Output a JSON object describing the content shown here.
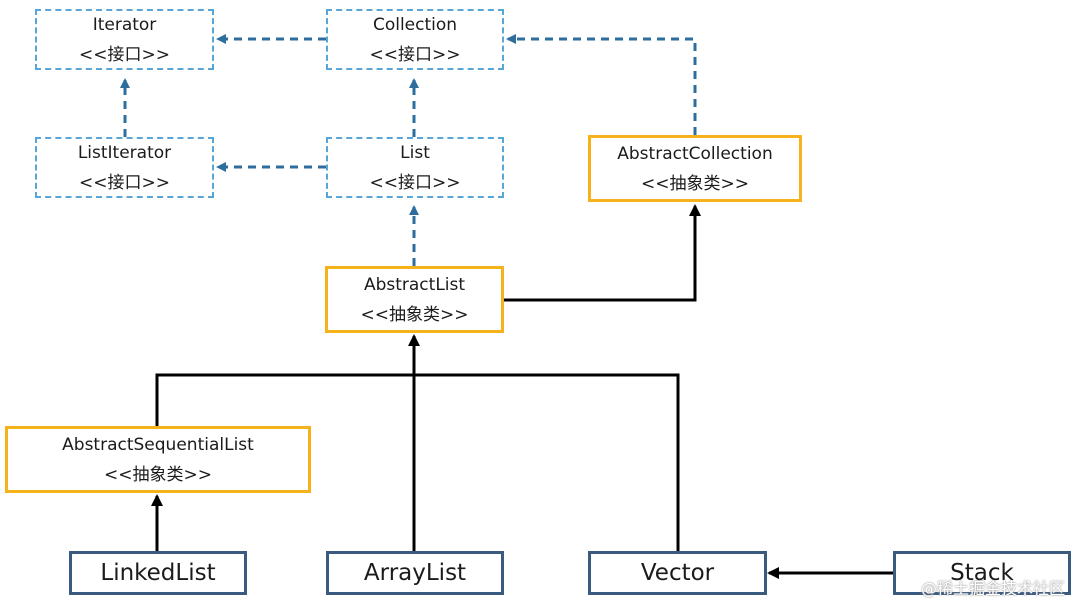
{
  "nodes": {
    "iterator": {
      "name": "Iterator",
      "stereotype": "<<接口>>"
    },
    "collection": {
      "name": "Collection",
      "stereotype": "<<接口>>"
    },
    "list_iterator": {
      "name": "ListIterator",
      "stereotype": "<<接口>>"
    },
    "list": {
      "name": "List",
      "stereotype": "<<接口>>"
    },
    "abstract_collection": {
      "name": "AbstractCollection",
      "stereotype": "<<抽象类>>"
    },
    "abstract_list": {
      "name": "AbstractList",
      "stereotype": "<<抽象类>>"
    },
    "abstract_sequential_list": {
      "name": "AbstractSequentialList",
      "stereotype": "<<抽象类>>"
    },
    "linked_list": {
      "name": "LinkedList"
    },
    "array_list": {
      "name": "ArrayList"
    },
    "vector": {
      "name": "Vector"
    },
    "stack": {
      "name": "Stack"
    }
  },
  "edges": [
    {
      "from": "Collection",
      "to": "Iterator",
      "style": "dashed"
    },
    {
      "from": "ListIterator",
      "to": "Iterator",
      "style": "dashed"
    },
    {
      "from": "List",
      "to": "ListIterator",
      "style": "dashed"
    },
    {
      "from": "List",
      "to": "Collection",
      "style": "dashed"
    },
    {
      "from": "AbstractCollection",
      "to": "Collection",
      "style": "dashed"
    },
    {
      "from": "AbstractList",
      "to": "List",
      "style": "dashed"
    },
    {
      "from": "AbstractList",
      "to": "AbstractCollection",
      "style": "solid"
    },
    {
      "from": "AbstractSequentialList",
      "to": "AbstractList",
      "style": "solid"
    },
    {
      "from": "ArrayList",
      "to": "AbstractList",
      "style": "solid"
    },
    {
      "from": "Vector",
      "to": "AbstractList",
      "style": "solid"
    },
    {
      "from": "LinkedList",
      "to": "AbstractSequentialList",
      "style": "solid"
    },
    {
      "from": "Stack",
      "to": "Vector",
      "style": "solid"
    }
  ],
  "colors": {
    "interface_border": "#58a6d8",
    "abstract_border": "#f5b21b",
    "concrete_border": "#3a5a80",
    "dashed_arrow": "#2e6e9e",
    "solid_arrow": "#000000"
  },
  "watermark": "@稀土掘金技术社区"
}
